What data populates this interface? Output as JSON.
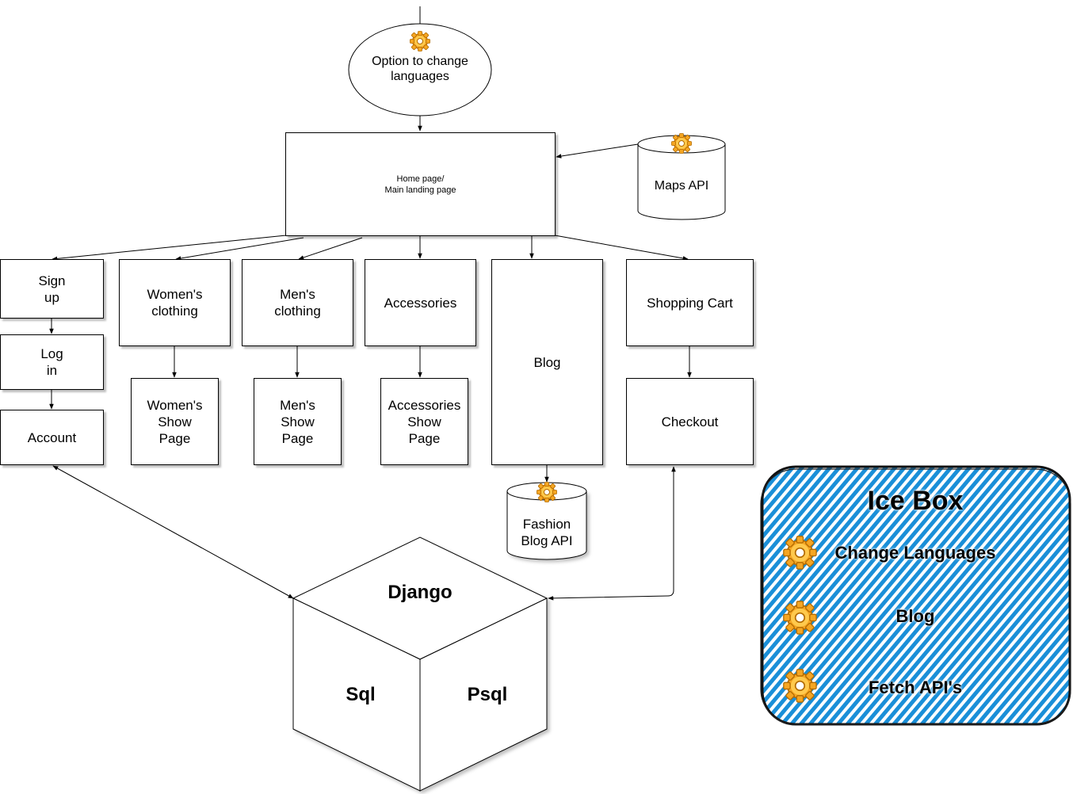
{
  "language_option": {
    "label": "Option to change\nlanguages",
    "icon": "gear-icon"
  },
  "home": {
    "label": "Home page/\nMain landing page"
  },
  "maps_api": {
    "label": "Maps API",
    "icon": "gear-icon"
  },
  "nodes": {
    "signup": "Sign\nup",
    "login": "Log\nin",
    "account": "Account",
    "womens": "Women's\nclothing",
    "womens_show": "Women's\nShow\nPage",
    "mens": "Men's\nclothing",
    "mens_show": "Men's\nShow\nPage",
    "accessories": "Accessories",
    "accessories_show": "Accessories\nShow\nPage",
    "blog": "Blog",
    "cart": "Shopping Cart",
    "checkout": "Checkout"
  },
  "fashion_blog_api": {
    "label": "Fashion\nBlog API",
    "icon": "gear-icon"
  },
  "cube": {
    "top": "Django",
    "left": "Sql",
    "right": "Psql"
  },
  "icebox": {
    "title": "Ice Box",
    "items": [
      {
        "label": "Change Languages",
        "icon": "gear-icon"
      },
      {
        "label": "Blog",
        "icon": "gear-icon"
      },
      {
        "label": "Fetch API's",
        "icon": "gear-icon"
      }
    ],
    "color": "#1A8FD8"
  }
}
